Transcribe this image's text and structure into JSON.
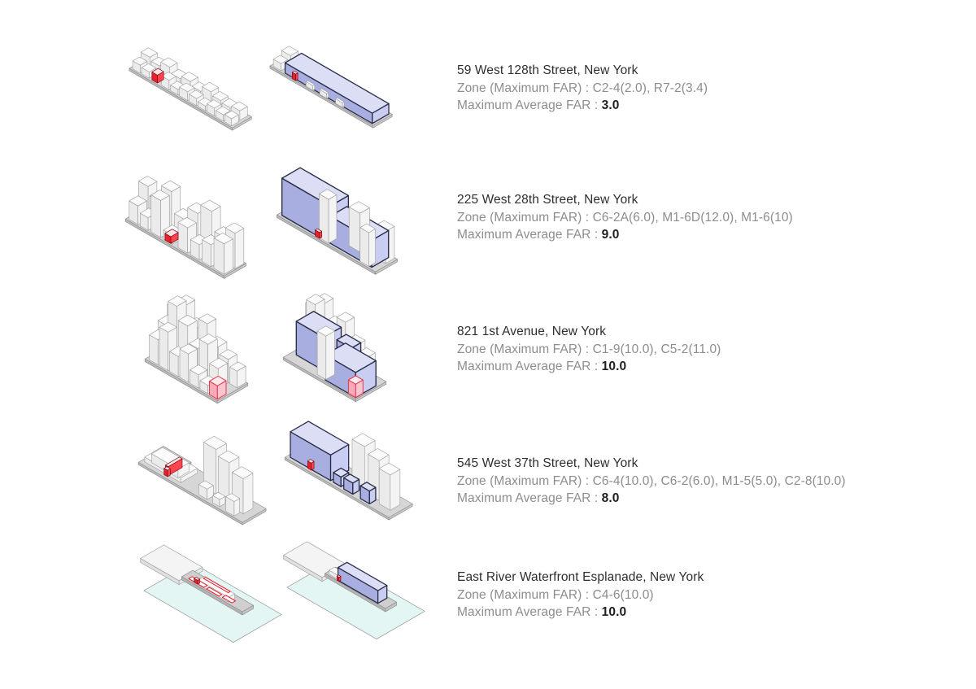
{
  "projects": [
    {
      "title": "59 West 128th Street, New York",
      "zone_text": "Zone (Maximum FAR) : C2-4(2.0), R7-2(3.4)",
      "far_label": "Maximum Average FAR : ",
      "far_value": "3.0"
    },
    {
      "title": "225 West 28th Street, New York",
      "zone_text": "Zone (Maximum FAR) : C6-2A(6.0), M1-6D(12.0), M1-6(10)",
      "far_label": "Maximum Average FAR : ",
      "far_value": "9.0"
    },
    {
      "title": "821 1st Avenue, New York",
      "zone_text": "Zone (Maximum FAR) : C1-9(10.0), C5-2(11.0)",
      "far_label": "Maximum Average FAR : ",
      "far_value": "10.0"
    },
    {
      "title": "545 West 37th Street, New York",
      "zone_text": "Zone (Maximum FAR) : C6-4(10.0), C6-2(6.0), M1-5(5.0), C2-8(10.0)",
      "far_label": "Maximum Average FAR : ",
      "far_value": "8.0"
    },
    {
      "title": "East River Waterfront Esplanade, New York",
      "zone_text": "Zone (Maximum FAR) : C4-6(10.0)",
      "far_label": "Maximum Average FAR : ",
      "far_value": "10.0"
    }
  ],
  "colors": {
    "zoning_envelope_purple": "#dcdef5",
    "site_highlight_red": "#ff2d3d",
    "context_building_white": "#fbfbfb",
    "base_gray": "#d6d6d6",
    "water_cyan": "#e4f6f3"
  }
}
